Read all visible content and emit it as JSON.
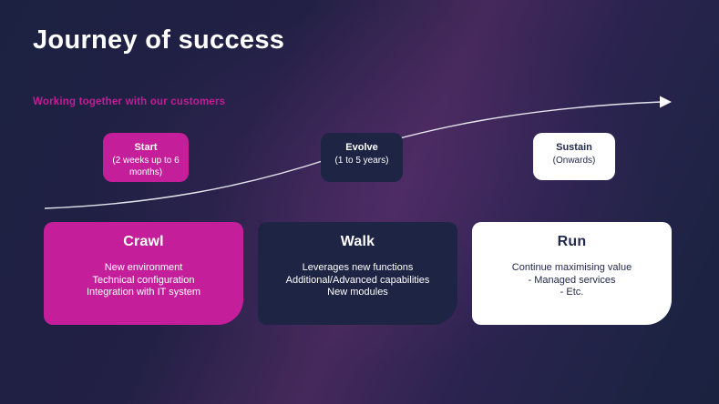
{
  "slide": {
    "title": "Journey of success",
    "subtitle": "Working together with our customers"
  },
  "timeline": {
    "milestones": [
      {
        "name": "Start",
        "duration": "(2 weeks up to 6 months)"
      },
      {
        "name": "Evolve",
        "duration": "(1 to 5 years)"
      },
      {
        "name": "Sustain",
        "duration": "(Onwards)"
      }
    ]
  },
  "phases": [
    {
      "title": "Crawl",
      "items": [
        "New environment",
        "Technical configuration",
        "Integration with IT system"
      ]
    },
    {
      "title": "Walk",
      "items": [
        "Leverages new functions",
        "Additional/Advanced capabilities",
        "New modules"
      ]
    },
    {
      "title": "Run",
      "items": [
        "Continue maximising value",
        "- Managed services",
        "- Etc."
      ]
    }
  ],
  "colors": {
    "magenta": "#c41e9b",
    "magenta-text": "#c21d94",
    "navy-card": "#1e2444",
    "white-card": "#ffffff",
    "bg-navy": "#1c2141",
    "bg-purple": "#46295c",
    "text-light": "#ffffff",
    "text-dark": "#232a4c",
    "curve": "#eef0f6"
  }
}
